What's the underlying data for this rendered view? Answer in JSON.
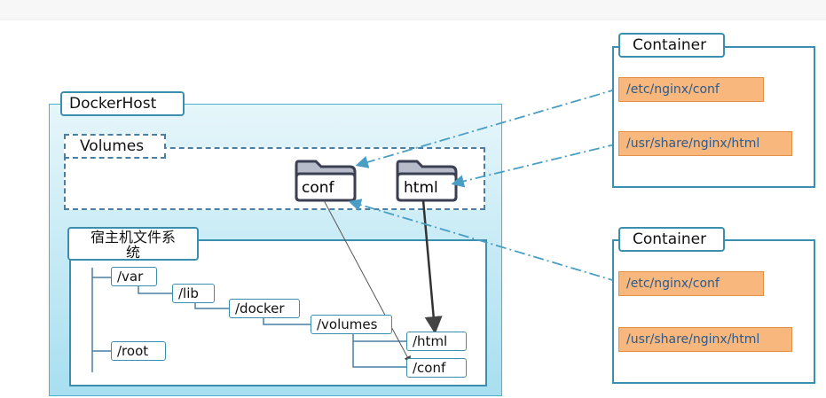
{
  "docker_host": {
    "title": "DockerHost",
    "volumes": {
      "title": "Volumes",
      "folders": [
        "conf",
        "html"
      ]
    },
    "host_fs": {
      "title": "宿主机文件系\n统",
      "paths": {
        "var": "/var",
        "lib": "/lib",
        "docker": "/docker",
        "volumes": "/volumes",
        "html": "/html",
        "conf": "/conf",
        "root": "/root"
      }
    }
  },
  "containers": [
    {
      "title": "Container",
      "paths": [
        "/etc/nginx/conf",
        "/usr/share/nginx/html"
      ]
    },
    {
      "title": "Container",
      "paths": [
        "/etc/nginx/conf",
        "/usr/share/nginx/html"
      ]
    }
  ],
  "colors": {
    "frame": "#3a8fae",
    "host_gradient_top": "#e6f6fa",
    "host_gradient_bottom": "#a8dff0",
    "orange_fill": "#f8b77c",
    "link_line": "#4a9ec4",
    "folder_text": "#3f78b8"
  }
}
